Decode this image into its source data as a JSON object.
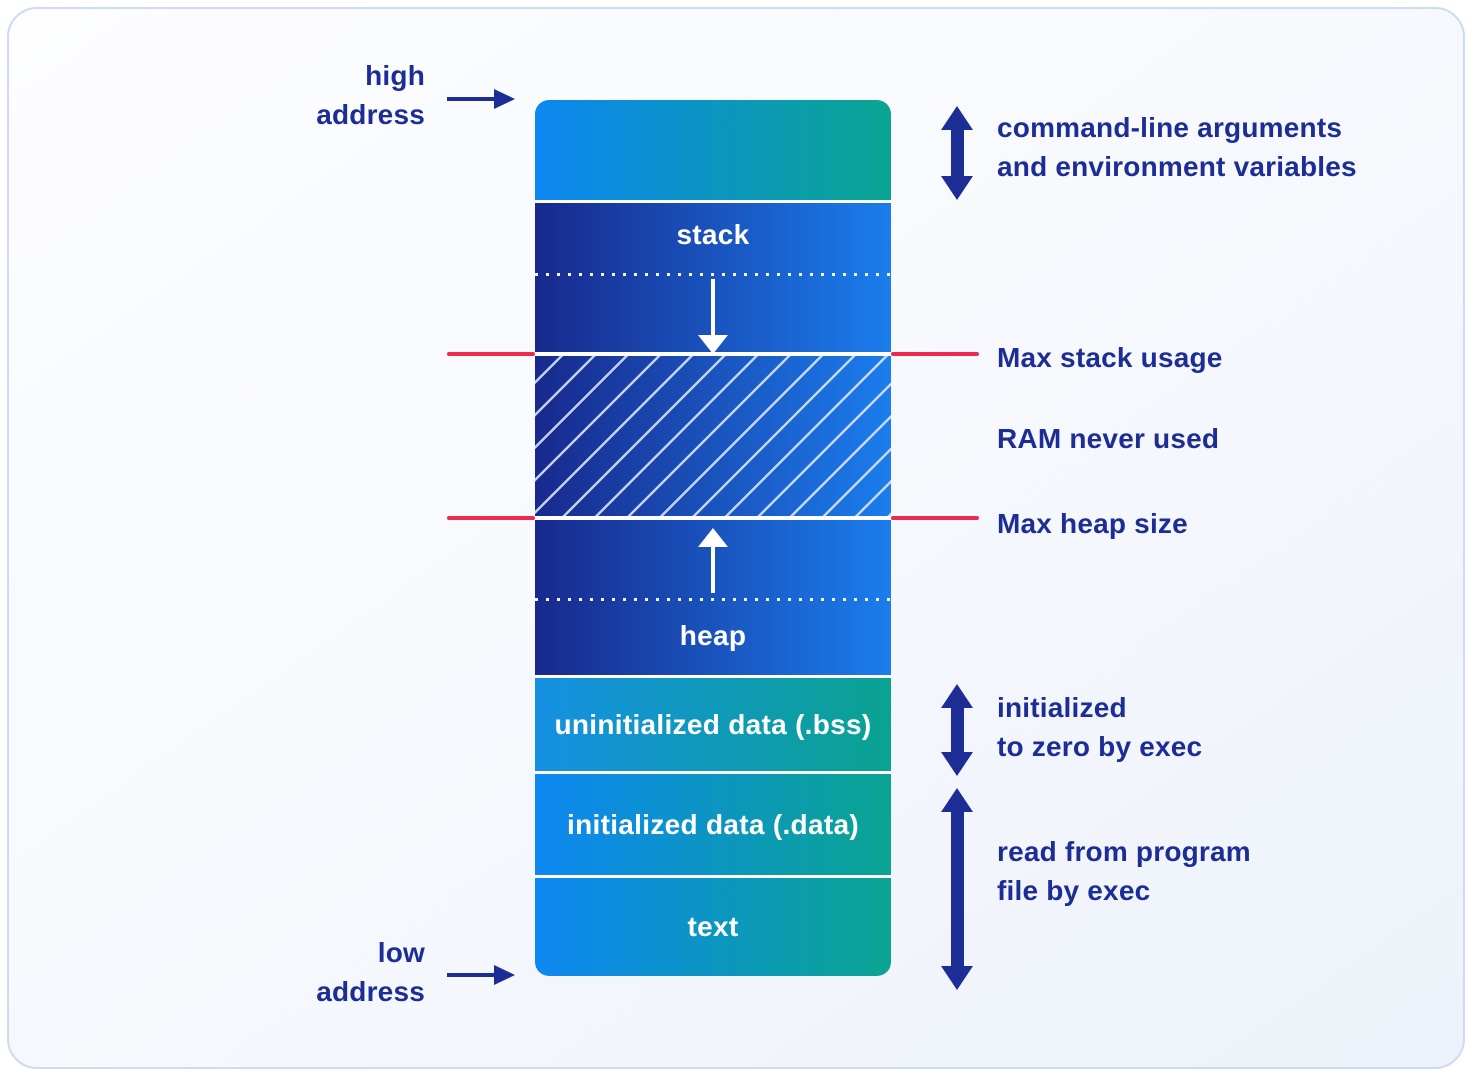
{
  "colors": {
    "accent_navy": "#1c2e96",
    "marker_red": "#ee2b4e",
    "gradient_blue": "#0d87f2",
    "gradient_teal": "#0aa491",
    "gradient_dark_navy": "#18298d",
    "gradient_bright_blue": "#1b7ded"
  },
  "left_labels": {
    "high_address": "high\naddress",
    "low_address": "low\naddress"
  },
  "segments": {
    "stack": "stack",
    "heap": "heap",
    "bss": "uninitialized data (.bss)",
    "data": "initialized data (.data)",
    "text": "text"
  },
  "right_labels": {
    "args_env": "command-line arguments\nand environment variables",
    "max_stack": "Max stack usage",
    "ram_never_used": "RAM never used",
    "max_heap": "Max heap size",
    "init_zero": "initialized\nto zero by exec",
    "read_from_file": "read from program\nfile by exec"
  }
}
